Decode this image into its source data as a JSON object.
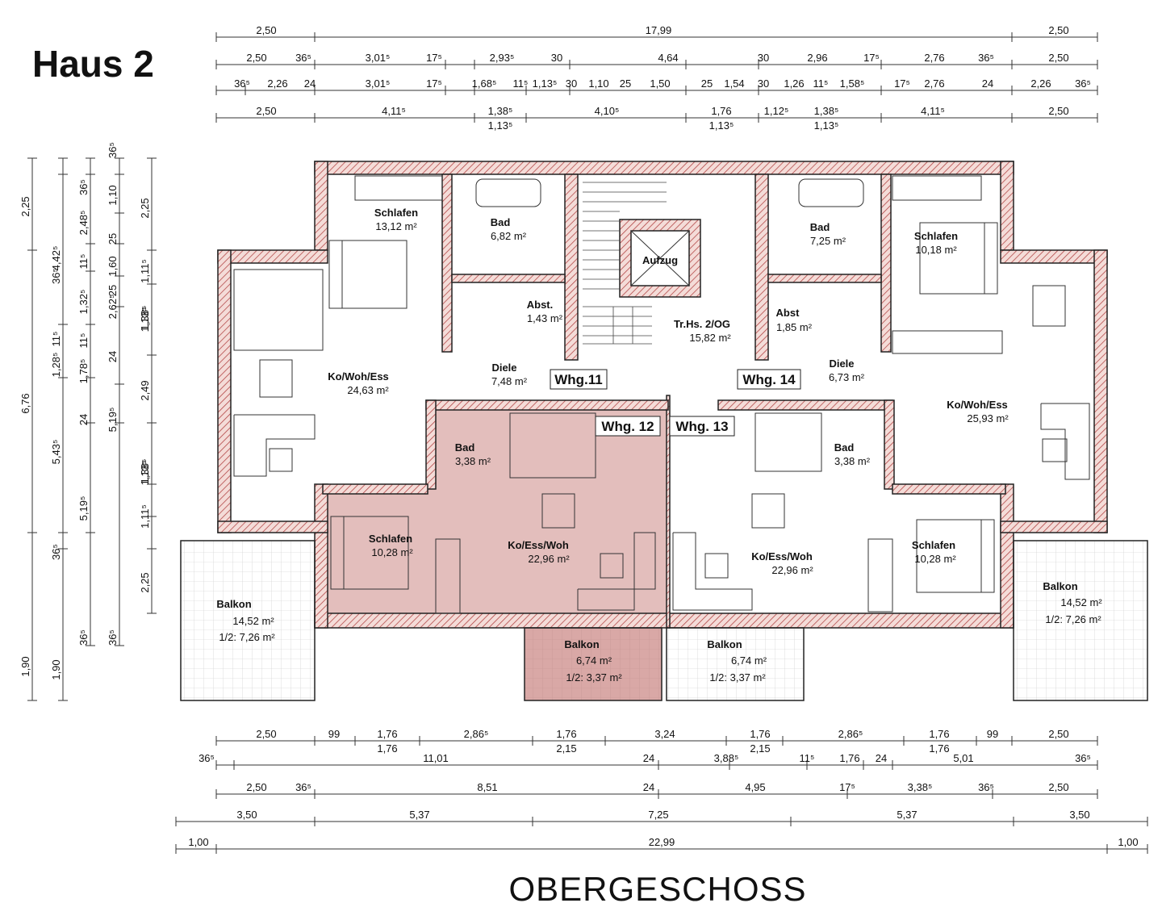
{
  "header": {
    "title": "Haus 2"
  },
  "footer": {
    "caption": "OBERGESCHOSS"
  },
  "colors": {
    "highlight_unit": "#d9a8a6",
    "wall_hatch": "#b04040",
    "line": "#222222"
  },
  "units": {
    "whg11": "Whg.11",
    "whg12": "Whg. 12",
    "whg13": "Whg. 13",
    "whg14": "Whg. 14"
  },
  "rooms": {
    "schlafen_11": {
      "name": "Schlafen",
      "area": "13,12 m²"
    },
    "bad_11": {
      "name": "Bad",
      "area": "6,82 m²"
    },
    "abst_11": {
      "name": "Abst.",
      "area": "1,43 m²"
    },
    "diele_11": {
      "name": "Diele",
      "area": "7,48 m²"
    },
    "kowohess_11": {
      "name": "Ko/Woh/Ess",
      "area": "24,63 m²"
    },
    "aufzug": {
      "name": "Aufzug"
    },
    "treppenhaus": {
      "name": "Tr.Hs. 2/OG",
      "area": "15,82 m²"
    },
    "bad_14": {
      "name": "Bad",
      "area": "7,25 m²"
    },
    "schlafen_14": {
      "name": "Schlafen",
      "area": "10,18 m²"
    },
    "abst_14": {
      "name": "Abst",
      "area": "1,85 m²"
    },
    "diele_14": {
      "name": "Diele",
      "area": "6,73 m²"
    },
    "kowohess_14": {
      "name": "Ko/Woh/Ess",
      "area": "25,93 m²"
    },
    "bad_12": {
      "name": "Bad",
      "area": "3,38 m²"
    },
    "schlafen_12": {
      "name": "Schlafen",
      "area": "10,28 m²"
    },
    "koesswoh_12": {
      "name": "Ko/Ess/Woh",
      "area": "22,96 m²"
    },
    "bad_13": {
      "name": "Bad",
      "area": "3,38 m²"
    },
    "koesswoh_13": {
      "name": "Ko/Ess/Woh",
      "area": "22,96 m²"
    },
    "schlafen_13": {
      "name": "Schlafen",
      "area": "10,28 m²"
    },
    "balkon_11": {
      "name": "Balkon",
      "area": "14,52 m²",
      "half": "1/2: 7,26 m²"
    },
    "balkon_12": {
      "name": "Balkon",
      "area": "6,74 m²",
      "half": "1/2: 3,37 m²"
    },
    "balkon_13": {
      "name": "Balkon",
      "area": "6,74 m²",
      "half": "1/2: 3,37 m²"
    },
    "balkon_14": {
      "name": "Balkon",
      "area": "14,52 m²",
      "half": "1/2: 7,26 m²"
    }
  },
  "dimensions": {
    "top_row1": [
      "2,50",
      "17,99",
      "2,50"
    ],
    "top_row2": [
      "2,50",
      "36⁵",
      "3,01⁵",
      "17⁵",
      "2,93⁵",
      "30",
      "4,64",
      "30",
      "2,96",
      "17⁵",
      "2,76",
      "36⁵",
      "2,50"
    ],
    "top_row3": [
      "36⁵",
      "2,26",
      "24",
      "3,01⁵",
      "17⁵",
      "1,68⁵",
      "11⁵",
      "1,13⁵",
      "30",
      "1,10",
      "25",
      "1,50",
      "25",
      "1,54",
      "30",
      "1,26",
      "11⁵",
      "1,58⁵",
      "17⁵",
      "2,76",
      "24",
      "2,26",
      "36⁵"
    ],
    "top_row4": [
      "2,50",
      "4,11⁵",
      "1,38⁵",
      "1,13⁵",
      "4,10⁵",
      "1,76",
      "1,13⁵",
      "1,12⁵",
      "1,38⁵",
      "1,13⁵",
      "4,11⁵",
      "2,50"
    ],
    "bottom_row1": [
      "2,50",
      "99",
      "1,76",
      "1,76",
      "2,86⁵",
      "1,76",
      "2,15",
      "3,24",
      "1,76",
      "2,15",
      "2,86⁵",
      "1,76",
      "1,76",
      "99",
      "2,50"
    ],
    "bottom_row2": [
      "36⁵",
      "11,01",
      "24",
      "3,88⁵",
      "11⁵",
      "1,76",
      "24",
      "5,01",
      "36⁵"
    ],
    "bottom_row3": [
      "2,50",
      "36⁵",
      "8,51",
      "24",
      "4,95",
      "17⁵",
      "3,38⁵",
      "36⁵",
      "2,50"
    ],
    "bottom_row4": [
      "3,50",
      "5,37",
      "7,25",
      "5,37",
      "3,50"
    ],
    "bottom_row5": [
      "1,00",
      "22,99",
      "1,00"
    ],
    "left_col1": [
      "2,25",
      "6,76",
      "1,90"
    ],
    "left_col2": [
      "36⁵",
      "4,42⁵",
      "1,28⁵",
      "11⁵",
      "5,43⁵",
      "36⁵",
      "1,90"
    ],
    "left_col3": [
      "36⁵",
      "2,48⁵",
      "11⁵",
      "1,32⁵",
      "11⁵",
      "1,78⁵",
      "24",
      "5,19⁵",
      "36⁵"
    ],
    "left_col4": [
      "36⁵",
      "1,10",
      "25",
      "1,60",
      "25",
      "2,62⁵",
      "24",
      "5,19⁵",
      "36⁵"
    ],
    "left_col5": [
      "2,25",
      "1,11⁵",
      "1,38⁵",
      "1,13⁵",
      "2,49",
      "1,38⁵",
      "1,13⁵",
      "1,11⁵",
      "2,25"
    ]
  }
}
